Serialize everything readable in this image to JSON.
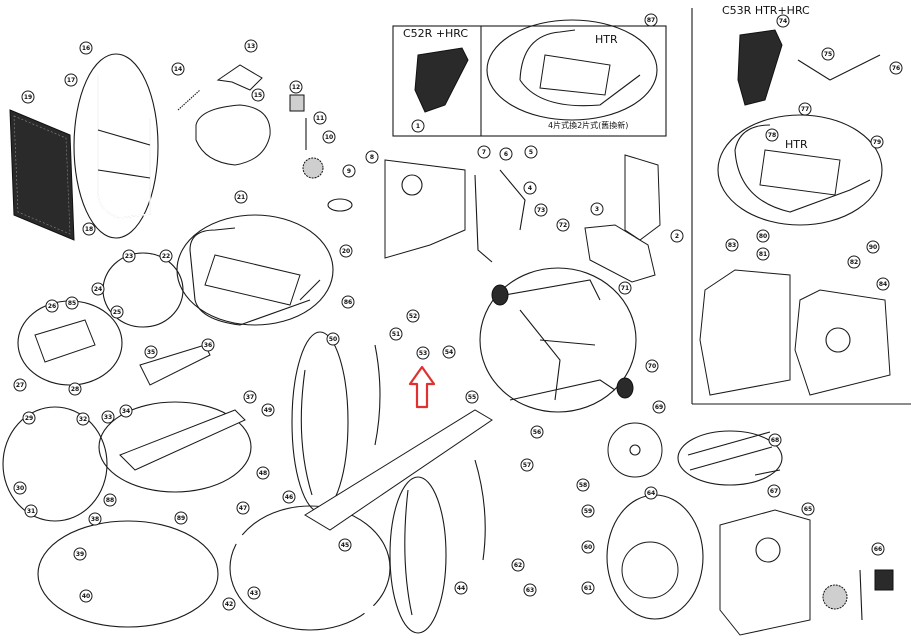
{
  "panels": {
    "c52r": {
      "title": "C52R  +HRC"
    },
    "htr_top": {
      "title": "HTR",
      "caption": "4片式換2片式(舊換新)"
    },
    "c53r": {
      "title": "C53R  HTR+HRC"
    },
    "htr_right": {
      "title": "HTR"
    }
  },
  "callout_color": "#e03030",
  "callouts": [
    {
      "n": "1"
    },
    {
      "n": "2"
    },
    {
      "n": "3"
    },
    {
      "n": "4"
    },
    {
      "n": "5"
    },
    {
      "n": "6"
    },
    {
      "n": "7"
    },
    {
      "n": "8"
    },
    {
      "n": "9"
    },
    {
      "n": "10"
    },
    {
      "n": "11"
    },
    {
      "n": "12"
    },
    {
      "n": "13"
    },
    {
      "n": "14"
    },
    {
      "n": "15"
    },
    {
      "n": "16"
    },
    {
      "n": "17"
    },
    {
      "n": "18"
    },
    {
      "n": "19"
    },
    {
      "n": "20"
    },
    {
      "n": "21"
    },
    {
      "n": "22"
    },
    {
      "n": "23"
    },
    {
      "n": "24"
    },
    {
      "n": "25"
    },
    {
      "n": "26"
    },
    {
      "n": "27"
    },
    {
      "n": "28"
    },
    {
      "n": "29"
    },
    {
      "n": "30"
    },
    {
      "n": "31"
    },
    {
      "n": "32"
    },
    {
      "n": "33"
    },
    {
      "n": "34"
    },
    {
      "n": "35"
    },
    {
      "n": "36"
    },
    {
      "n": "37"
    },
    {
      "n": "38"
    },
    {
      "n": "39"
    },
    {
      "n": "40"
    },
    {
      "n": "42"
    },
    {
      "n": "43"
    },
    {
      "n": "44"
    },
    {
      "n": "45"
    },
    {
      "n": "46"
    },
    {
      "n": "47"
    },
    {
      "n": "48"
    },
    {
      "n": "49"
    },
    {
      "n": "50"
    },
    {
      "n": "51"
    },
    {
      "n": "52"
    },
    {
      "n": "53"
    },
    {
      "n": "54"
    },
    {
      "n": "55"
    },
    {
      "n": "56"
    },
    {
      "n": "57"
    },
    {
      "n": "58"
    },
    {
      "n": "59"
    },
    {
      "n": "60"
    },
    {
      "n": "61"
    },
    {
      "n": "62"
    },
    {
      "n": "63"
    },
    {
      "n": "64"
    },
    {
      "n": "65"
    },
    {
      "n": "66"
    },
    {
      "n": "67"
    },
    {
      "n": "68"
    },
    {
      "n": "69"
    },
    {
      "n": "70"
    },
    {
      "n": "71"
    },
    {
      "n": "72"
    },
    {
      "n": "73"
    },
    {
      "n": "74"
    },
    {
      "n": "75"
    },
    {
      "n": "76"
    },
    {
      "n": "77"
    },
    {
      "n": "78"
    },
    {
      "n": "79"
    },
    {
      "n": "80"
    },
    {
      "n": "81"
    },
    {
      "n": "82"
    },
    {
      "n": "83"
    },
    {
      "n": "84"
    },
    {
      "n": "85"
    },
    {
      "n": "86"
    },
    {
      "n": "87"
    },
    {
      "n": "88"
    },
    {
      "n": "89"
    },
    {
      "n": "90"
    }
  ]
}
